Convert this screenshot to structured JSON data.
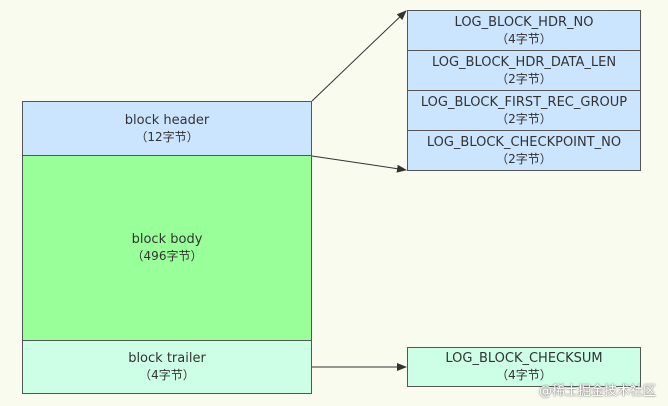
{
  "colors": {
    "header": "#cce5ff",
    "body": "#99ff99",
    "trailer": "#ccffe6",
    "fields": "#cce5ff",
    "checksum": "#ccffe6",
    "line": "#333333"
  },
  "block": {
    "header": {
      "title": "block header",
      "size": "（12字节）"
    },
    "body": {
      "title": "block body",
      "size": "（496字节）"
    },
    "trailer": {
      "title": "block trailer",
      "size": "（4字节）"
    }
  },
  "header_fields": [
    {
      "name": "LOG_BLOCK_HDR_NO",
      "size": "（4字节）"
    },
    {
      "name": "LOG_BLOCK_HDR_DATA_LEN",
      "size": "（2字节）"
    },
    {
      "name": "LOG_BLOCK_FIRST_REC_GROUP",
      "size": "（2字节）"
    },
    {
      "name": "LOG_BLOCK_CHECKPOINT_NO",
      "size": "（2字节）"
    }
  ],
  "trailer_fields": [
    {
      "name": "LOG_BLOCK_CHECKSUM",
      "size": "（4字节）"
    }
  ],
  "watermark": "@稀土掘金技术社区"
}
